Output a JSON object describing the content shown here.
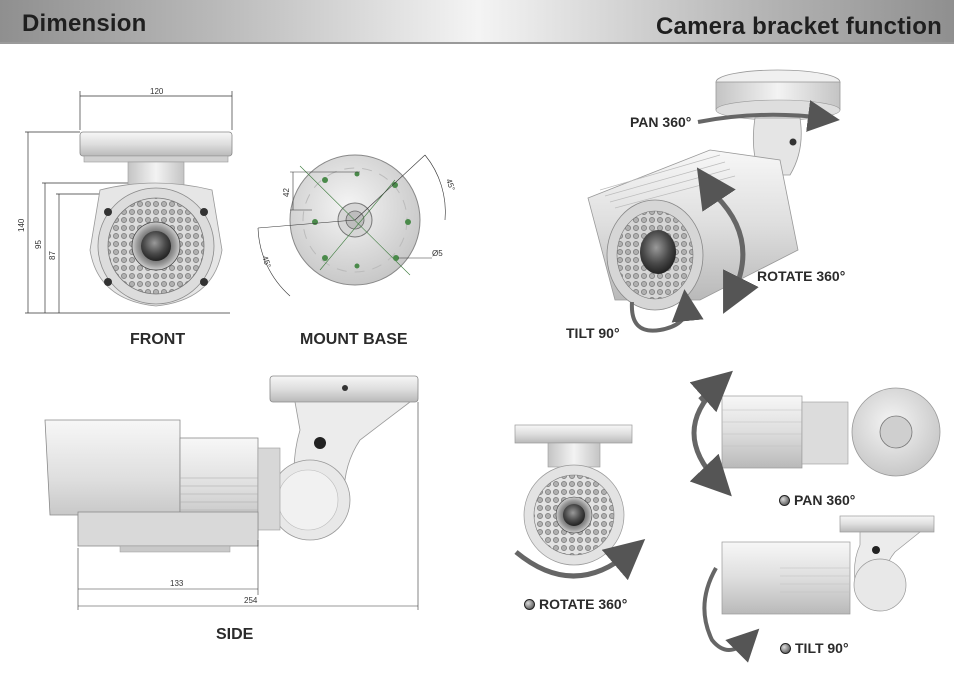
{
  "header": {
    "left_title": "Dimension",
    "right_title": "Camera bracket function"
  },
  "dimension": {
    "front_label": "FRONT",
    "mount_base_label": "MOUNT BASE",
    "side_label": "SIDE",
    "front_width": "120",
    "front_height_total": "140",
    "front_height_mid": "95",
    "front_height_inner": "87",
    "mount_height": "42",
    "mount_angle_top": "45°",
    "mount_angle_bottom": "45°",
    "mount_hole": "Ø5",
    "side_length_body": "133",
    "side_length_total": "254"
  },
  "bracket": {
    "pan_main": "PAN 360°",
    "rotate_main": "ROTATE 360°",
    "tilt_main": "TILT 90°",
    "rotate_small": "ROTATE 360°",
    "pan_small": "PAN 360°",
    "tilt_small": "TILT 90°"
  }
}
